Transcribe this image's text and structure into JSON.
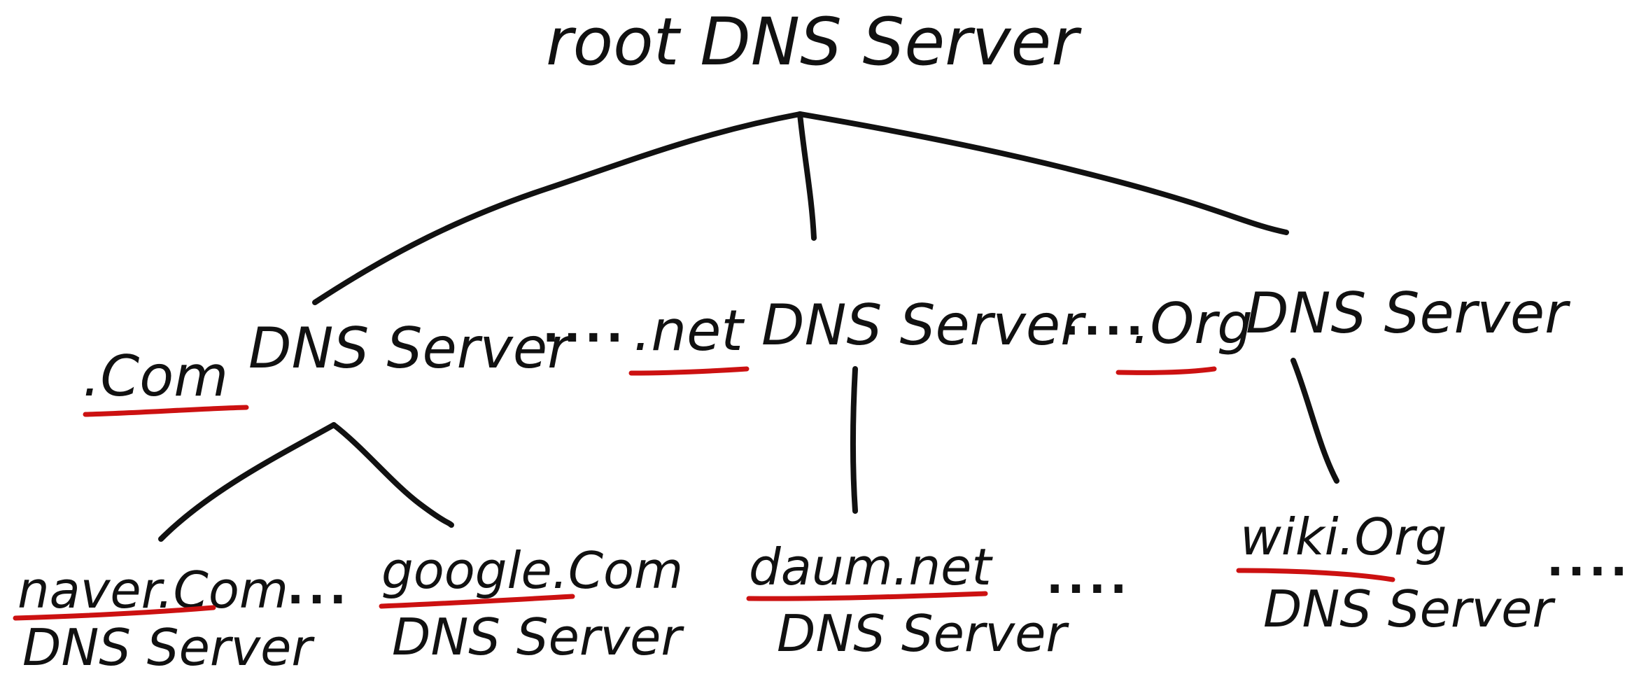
{
  "root": {
    "label": "root DNS Server"
  },
  "tld": {
    "com": {
      "name": ".Com",
      "suffix": "DNS Server"
    },
    "net": {
      "name": ".net",
      "suffix": "DNS Server"
    },
    "org": {
      "name": ".Org",
      "suffix": "DNS Server"
    },
    "dots_between_com_net": "....",
    "dots_between_net_org": "...."
  },
  "leaves": {
    "naver": {
      "name": "naver.Com",
      "suffix": "DNS Server"
    },
    "google": {
      "name": "google.Com",
      "suffix": "DNS Server"
    },
    "daum": {
      "name": "daum.net",
      "suffix": "DNS Server"
    },
    "wiki": {
      "name": "wiki.Org",
      "suffix": "DNS Server"
    },
    "dots_between_naver_google": "...",
    "dots_after_daum": "....",
    "dots_after_wiki": "...."
  },
  "colors": {
    "ink": "#111111",
    "highlight": "#cc1111",
    "background": "#ffffff"
  }
}
